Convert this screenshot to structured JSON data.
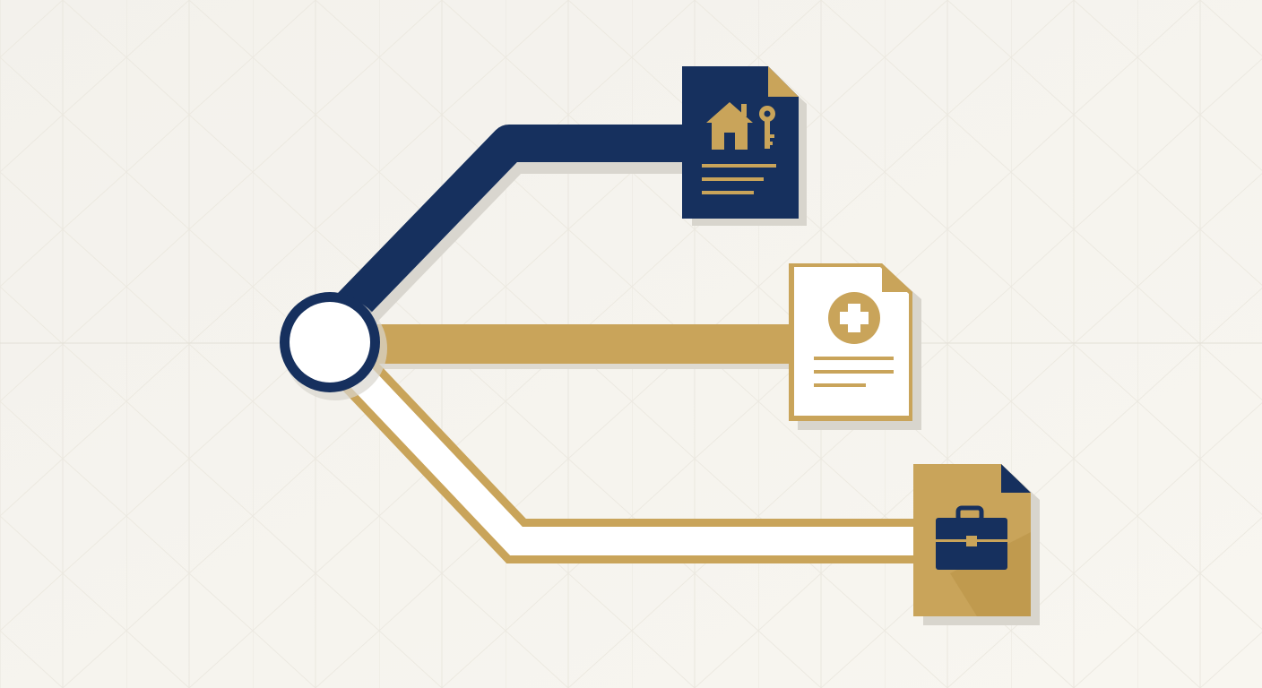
{
  "diagram": {
    "hub": {
      "name": "hub-node"
    },
    "branches": [
      {
        "name": "home-branch",
        "style": "navy"
      },
      {
        "name": "medical-branch",
        "style": "gold"
      },
      {
        "name": "business-branch",
        "style": "outlined-gold"
      }
    ],
    "documents": [
      {
        "name": "home-document",
        "icon": "house-key-icon",
        "theme": "navy"
      },
      {
        "name": "medical-document",
        "icon": "medical-cross-icon",
        "theme": "white"
      },
      {
        "name": "business-document",
        "icon": "briefcase-icon",
        "theme": "gold"
      }
    ]
  },
  "colors": {
    "navy": "#16305e",
    "gold": "#c9a45a",
    "gold_dark": "#b89146",
    "paper": "#ffffff",
    "background": "#f6f4ee",
    "grid": "#e6e3da"
  }
}
